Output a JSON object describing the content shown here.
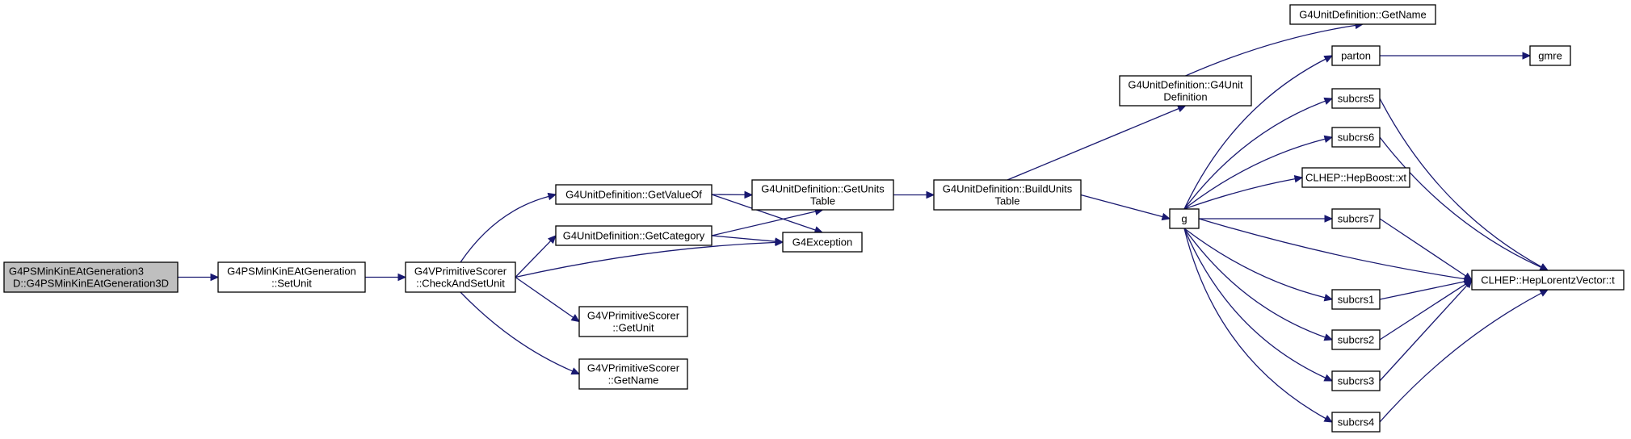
{
  "graph": {
    "nodes": [
      {
        "id": "root",
        "lines": [
          "G4PSMinKinEAtGeneration3",
          "D::G4PSMinKinEAtGeneration3D"
        ],
        "root": true
      },
      {
        "id": "setunit",
        "lines": [
          "G4PSMinKinEAtGeneration",
          "::SetUnit"
        ]
      },
      {
        "id": "checkandsetunit",
        "lines": [
          "G4VPrimitiveScorer",
          "::CheckAndSetUnit"
        ]
      },
      {
        "id": "getvalueof",
        "lines": [
          "G4UnitDefinition::GetValueOf"
        ]
      },
      {
        "id": "getcategory",
        "lines": [
          "G4UnitDefinition::GetCategory"
        ]
      },
      {
        "id": "getunit",
        "lines": [
          "G4VPrimitiveScorer",
          "::GetUnit"
        ]
      },
      {
        "id": "getname-scorer",
        "lines": [
          "G4VPrimitiveScorer",
          "::GetName"
        ]
      },
      {
        "id": "getunitstable",
        "lines": [
          "G4UnitDefinition::GetUnits",
          "Table"
        ]
      },
      {
        "id": "g4exception",
        "lines": [
          "G4Exception"
        ]
      },
      {
        "id": "buildunitstable",
        "lines": [
          "G4UnitDefinition::BuildUnits",
          "Table"
        ]
      },
      {
        "id": "g4unitdefinition-ctor",
        "lines": [
          "G4UnitDefinition::G4Unit",
          "Definition"
        ]
      },
      {
        "id": "unitdef-getname",
        "lines": [
          "G4UnitDefinition::GetName"
        ]
      },
      {
        "id": "g",
        "lines": [
          "g"
        ]
      },
      {
        "id": "parton",
        "lines": [
          "parton"
        ]
      },
      {
        "id": "gmre",
        "lines": [
          "gmre"
        ]
      },
      {
        "id": "subcrs5",
        "lines": [
          "subcrs5"
        ]
      },
      {
        "id": "subcrs6",
        "lines": [
          "subcrs6"
        ]
      },
      {
        "id": "hepboost-xt",
        "lines": [
          "CLHEP::HepBoost::xt"
        ]
      },
      {
        "id": "subcrs7",
        "lines": [
          "subcrs7"
        ]
      },
      {
        "id": "heplorentz-t",
        "lines": [
          "CLHEP::HepLorentzVector::t"
        ]
      },
      {
        "id": "subcrs1",
        "lines": [
          "subcrs1"
        ]
      },
      {
        "id": "subcrs2",
        "lines": [
          "subcrs2"
        ]
      },
      {
        "id": "subcrs3",
        "lines": [
          "subcrs3"
        ]
      },
      {
        "id": "subcrs4",
        "lines": [
          "subcrs4"
        ]
      }
    ]
  },
  "colors": {
    "edge": "#191970",
    "root_fill": "#bfbfbf",
    "node_fill": "#ffffff",
    "node_border": "#000000"
  }
}
